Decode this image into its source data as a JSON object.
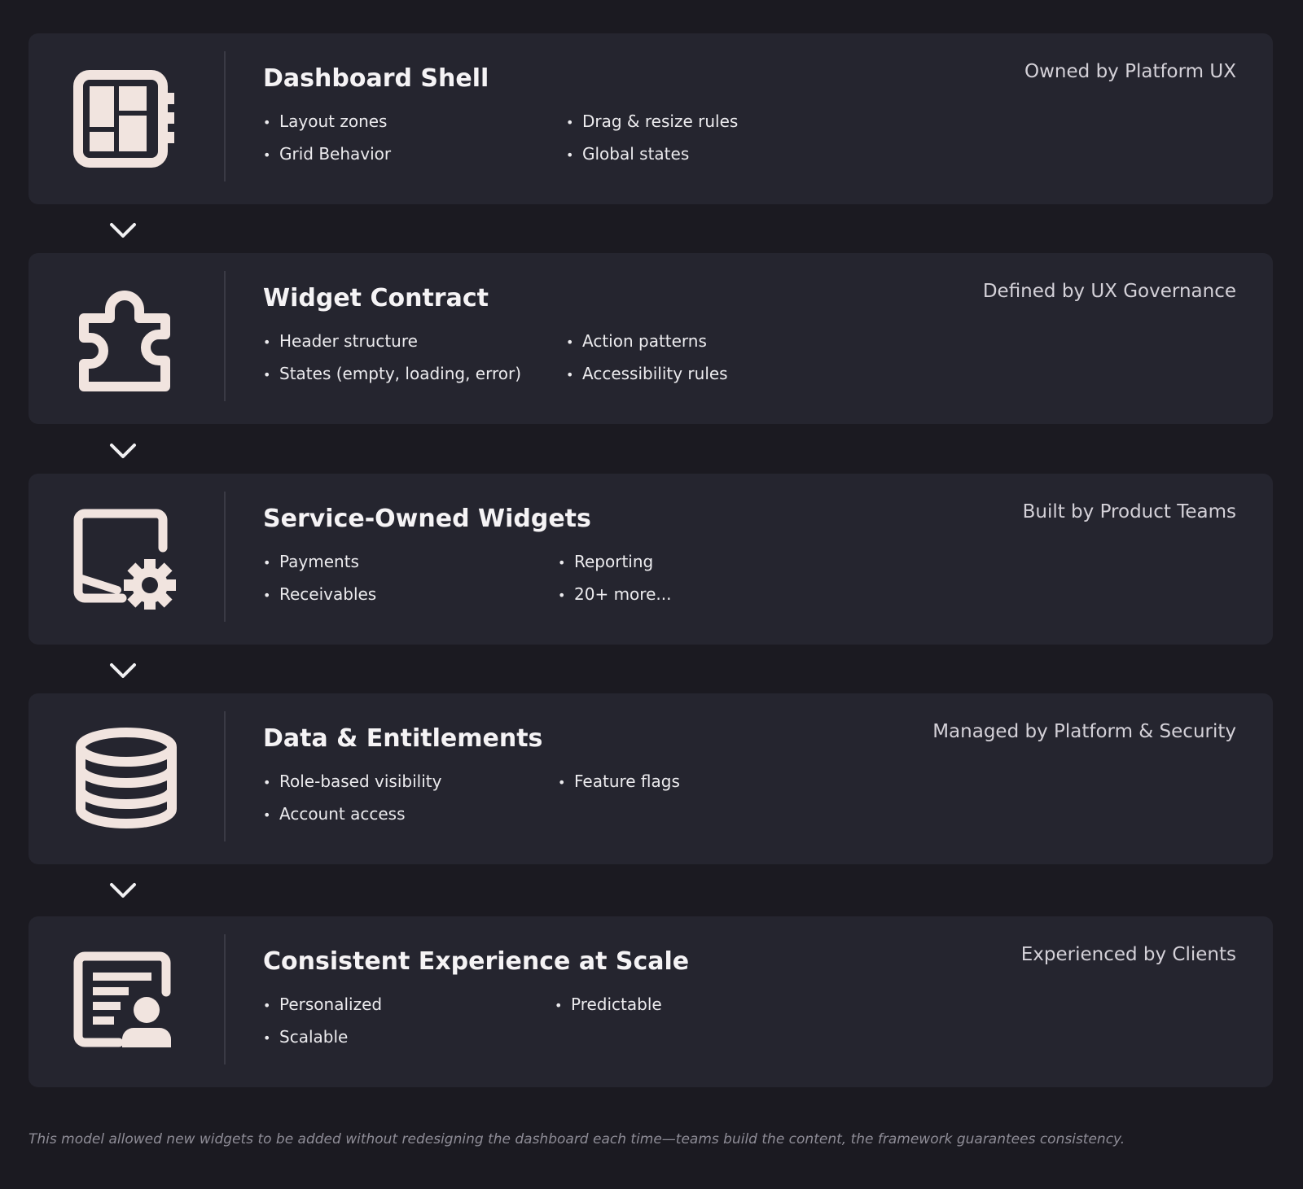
{
  "colors": {
    "background": "#1b1a21",
    "card": "#25252f",
    "icon": "#f1e4df",
    "divider": "#3a3a45",
    "footnote": "#8e8c96"
  },
  "layers": [
    {
      "icon": "dashboard-layout-icon",
      "title": "Dashboard Shell",
      "owner": "Owned by Platform UX",
      "col1": [
        "Layout zones",
        "Grid Behavior"
      ],
      "col2": [
        "Drag & resize rules",
        "Global states"
      ]
    },
    {
      "icon": "puzzle-piece-icon",
      "title": "Widget Contract",
      "owner": "Defined by UX Governance",
      "col1": [
        "Header structure",
        "States (empty, loading, error)"
      ],
      "col2": [
        "Action patterns",
        "Accessibility rules"
      ]
    },
    {
      "icon": "chart-gear-icon",
      "title": "Service-Owned Widgets",
      "owner": "Built by Product Teams",
      "col1": [
        "Payments",
        "Receivables"
      ],
      "col2": [
        "Reporting",
        "20+ more..."
      ]
    },
    {
      "icon": "database-icon",
      "title": "Data & Entitlements",
      "owner": "Managed by Platform & Security",
      "col1": [
        "Role-based visibility",
        "Account access"
      ],
      "col2": [
        "Feature flags"
      ]
    },
    {
      "icon": "user-profile-document-icon",
      "title": "Consistent Experience at Scale",
      "owner": "Experienced by Clients",
      "col1": [
        "Personalized",
        "Scalable"
      ],
      "col2": [
        "Predictable"
      ]
    }
  ],
  "connectors": [
    "chevron-down-icon",
    "chevron-down-icon",
    "chevron-down-icon",
    "chevron-down-icon"
  ],
  "footnote": "This model allowed new widgets to be added without redesigning the dashboard each time—teams build the content, the framework guarantees consistency."
}
